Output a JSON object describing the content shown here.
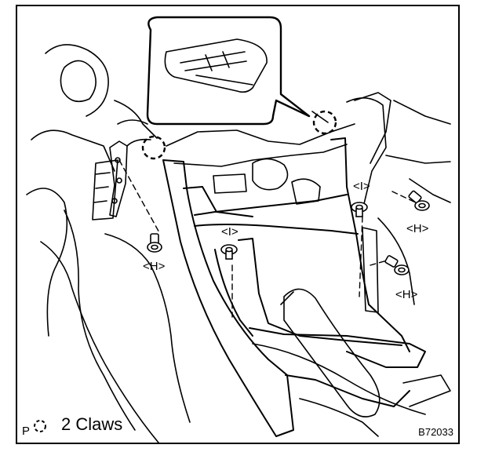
{
  "diagram": {
    "labels": {
      "h_left": "<H>",
      "i_center": "<I>",
      "i_right": "<I>",
      "h_right_top": "<H>",
      "h_right_bottom": "<H>"
    },
    "legend": {
      "prefix": "P",
      "text": "2 Claws"
    },
    "figure_code": "B72033"
  }
}
